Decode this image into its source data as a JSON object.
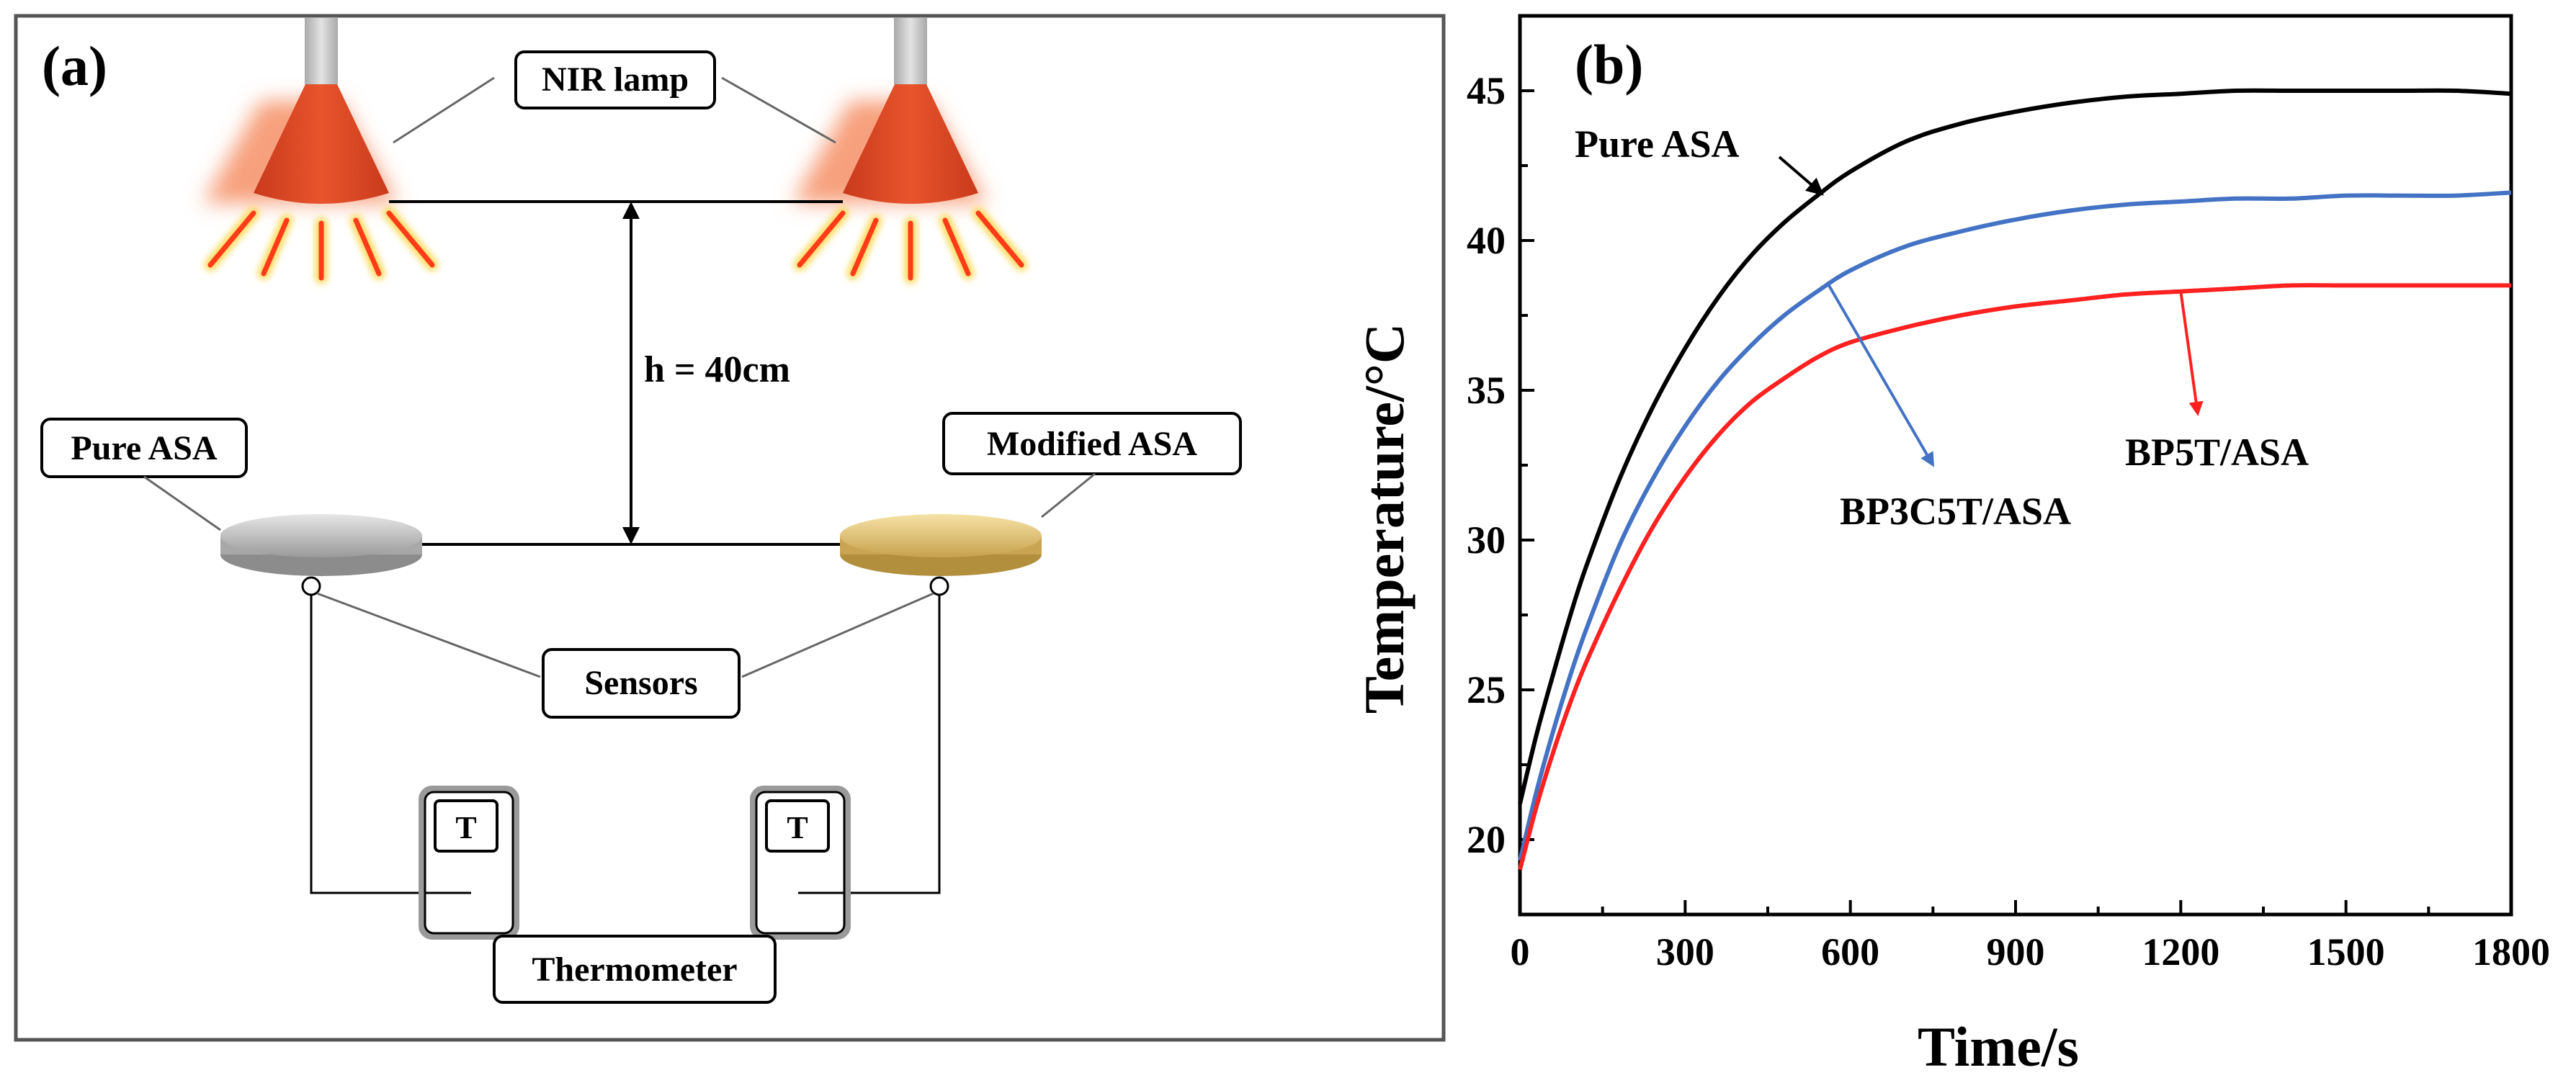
{
  "panel_a": {
    "label": "(a)",
    "lamp_label": "NIR lamp",
    "height_label": "h = 40cm",
    "pure_label": "Pure ASA",
    "modified_label": "Modified ASA",
    "sensors_label": "Sensors",
    "thermo_t_left": "T",
    "thermo_t_right": "T",
    "thermometer_label": "Thermometer",
    "colors": {
      "lamp": "#e04a25",
      "glow": "#f7a07d",
      "ray": "#ff3b1a",
      "ray_glow": "#ffd74d",
      "pure_disc": "#c2c2c2",
      "modified_disc": "#e8c77a"
    }
  },
  "chart_data": {
    "type": "line",
    "panel_label": "(b)",
    "xlabel": "Time/s",
    "ylabel": "Temperature/°C",
    "xlim": [
      0,
      1800
    ],
    "ylim": [
      17.5,
      47.5
    ],
    "x_ticks": [
      0,
      300,
      600,
      900,
      1200,
      1500,
      1800
    ],
    "x_tick_labels": [
      "0",
      "300",
      "600",
      "900",
      "1200",
      "1500",
      "1800"
    ],
    "y_ticks": [
      20,
      25,
      30,
      35,
      40,
      45
    ],
    "y_tick_labels": [
      "20",
      "25",
      "30",
      "35",
      "40",
      "45"
    ],
    "grid": false,
    "x": [
      0,
      30,
      60,
      90,
      120,
      180,
      240,
      300,
      360,
      420,
      480,
      540,
      600,
      700,
      800,
      900,
      1000,
      1100,
      1200,
      1300,
      1400,
      1500,
      1600,
      1700,
      1800
    ],
    "series": [
      {
        "name": "Pure ASA",
        "color": "#000000",
        "values": [
          21.2,
          23.5,
          25.5,
          27.4,
          29.1,
          32.0,
          34.4,
          36.4,
          38.1,
          39.5,
          40.6,
          41.5,
          42.3,
          43.3,
          43.9,
          44.3,
          44.6,
          44.8,
          44.9,
          45.0,
          45.0,
          45.0,
          45.0,
          45.0,
          44.9
        ]
      },
      {
        "name": "BP3C5T/ASA",
        "color": "#4472c4",
        "values": [
          19.3,
          21.6,
          23.6,
          25.4,
          27.0,
          29.8,
          32.0,
          33.8,
          35.3,
          36.5,
          37.5,
          38.3,
          39.0,
          39.8,
          40.3,
          40.7,
          41.0,
          41.2,
          41.3,
          41.4,
          41.4,
          41.5,
          41.5,
          41.5,
          41.6
        ]
      },
      {
        "name": "BP5T/ASA",
        "color": "#ff2020",
        "values": [
          19.0,
          21.1,
          22.9,
          24.5,
          25.9,
          28.3,
          30.4,
          32.1,
          33.5,
          34.6,
          35.4,
          36.1,
          36.6,
          37.1,
          37.5,
          37.8,
          38.0,
          38.2,
          38.3,
          38.4,
          38.5,
          38.5,
          38.5,
          38.5,
          38.5
        ]
      }
    ],
    "annotations": [
      {
        "text": "Pure ASA",
        "series": "Pure ASA"
      },
      {
        "text": "BP3C5T/ASA",
        "series": "BP3C5T/ASA"
      },
      {
        "text": "BP5T/ASA",
        "series": "BP5T/ASA"
      }
    ]
  }
}
